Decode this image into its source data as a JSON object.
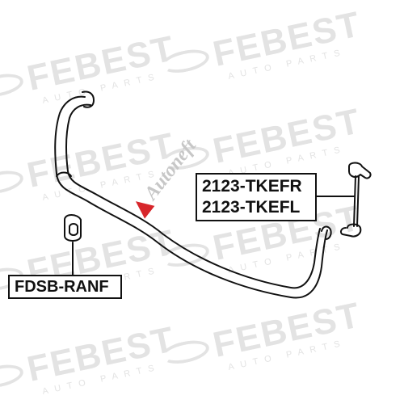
{
  "watermark": {
    "brand": "FEBEST",
    "sub": "AUTO PARTS"
  },
  "stamp": {
    "text": "Autoneft"
  },
  "labels": {
    "link_right": "2123-TKEFR",
    "link_left": "2123-TKEFL",
    "bushing": "FDSB-RANF"
  },
  "colors": {
    "line": "#111111",
    "watermark": "#e3e3e3",
    "stamp_mark": "#d7262b"
  }
}
